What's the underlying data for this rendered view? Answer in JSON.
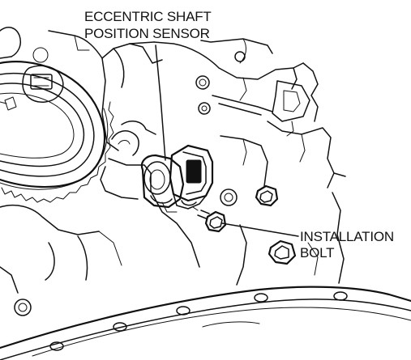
{
  "callouts": {
    "sensor_line1": "ECCENTRIC SHAFT",
    "sensor_line2": "POSITION SENSOR",
    "bolt_line1": "INSTALLATION",
    "bolt_line2": "BOLT"
  }
}
